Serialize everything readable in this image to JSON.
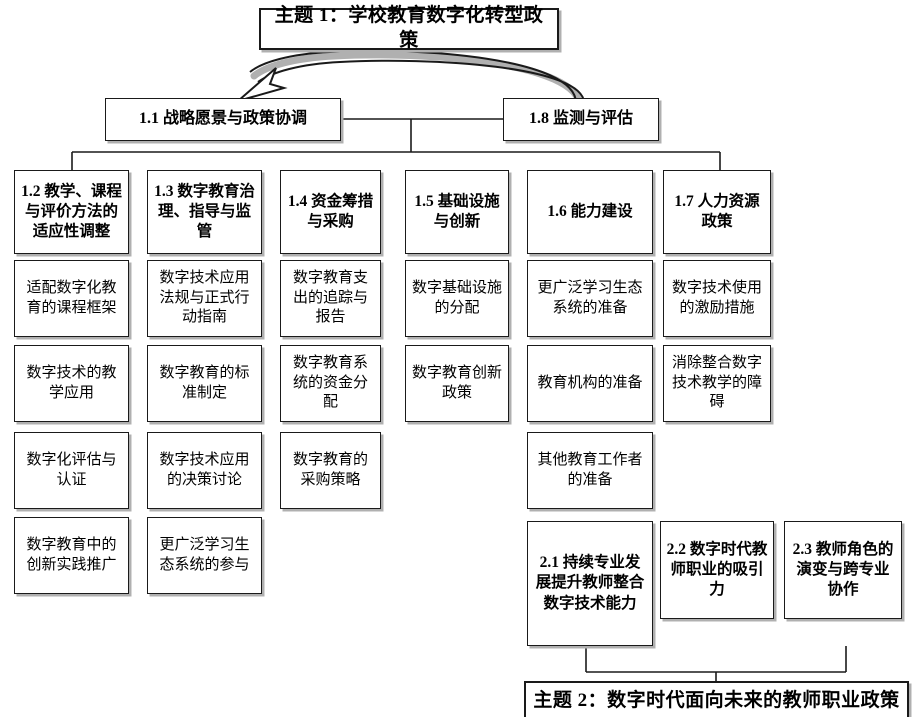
{
  "diagram": {
    "title_theme1": "主题 1：学校教育数字化转型政策",
    "title_theme2": "主题 2：数字时代面向未来的教师职业政策",
    "level1": {
      "strategy": "1.1 战略愿景与政策协调",
      "monitoring": "1.8 监测与评估"
    },
    "columns": [
      {
        "heading": "1.2 教学、课程与评价方法的适应性调整",
        "items": [
          "适配数字化教育的课程框架",
          "数字技术的教学应用",
          "数字化评估与认证",
          "数字教育中的创新实践推广"
        ]
      },
      {
        "heading": "1.3 数字教育治理、指导与监管",
        "items": [
          "数字技术应用法规与正式行动指南",
          "数字教育的标准制定",
          "数字技术应用的决策讨论",
          "更广泛学习生态系统的参与"
        ]
      },
      {
        "heading": "1.4 资金筹措与采购",
        "items": [
          "数字教育支出的追踪与报告",
          "数字教育系统的资金分配",
          "数字教育的采购策略"
        ]
      },
      {
        "heading": "1.5 基础设施与创新",
        "items": [
          "数字基础设施的分配",
          "数字教育创新政策"
        ]
      },
      {
        "heading": "1.6 能力建设",
        "items": [
          "更广泛学习生态系统的准备",
          "教育机构的准备",
          "其他教育工作者的准备"
        ]
      },
      {
        "heading": "1.7 人力资源政策",
        "items": [
          "数字技术使用的激励措施",
          "消除整合数字技术教学的障碍"
        ]
      }
    ],
    "theme2_nodes": [
      "2.1 持续专业发展提升教师整合数字技术能力",
      "2.2 数字时代教师职业的吸引力",
      "2.3 教师角色的演变与跨专业协作"
    ],
    "colors": {
      "border": "#1a1a1a",
      "background": "#ffffff",
      "shadow": "#b0b0b0",
      "text": "#000000"
    }
  }
}
